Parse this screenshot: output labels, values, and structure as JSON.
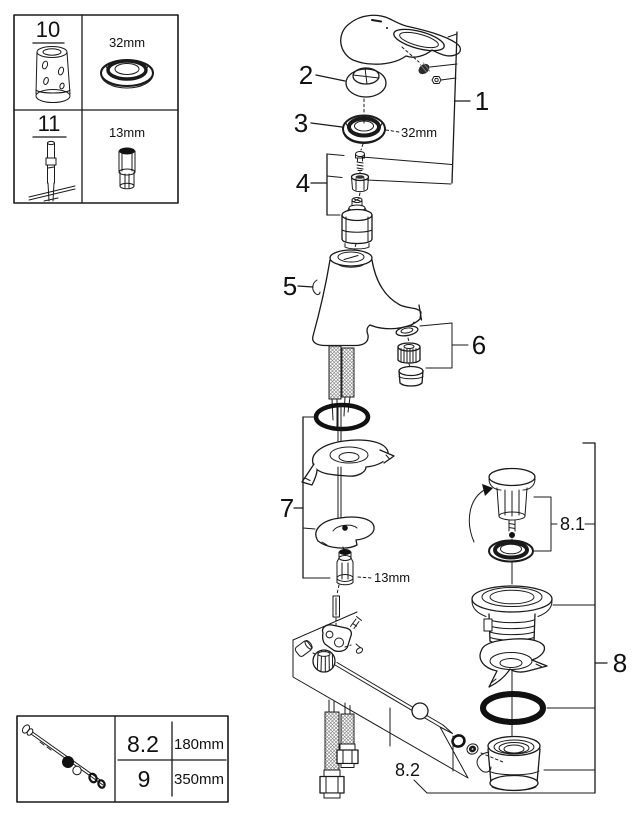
{
  "window": {
    "background": "#ffffff",
    "line_color": "#1a1a1a"
  },
  "legend_box": {
    "part10_label": "10",
    "part10_tool_size": "32mm",
    "part11_label": "11",
    "part11_tool_size": "13mm"
  },
  "callouts": {
    "group1": "1",
    "part2": "2",
    "part3": "3",
    "part3_size": "32mm",
    "group4": "4",
    "part5": "5",
    "group6": "6",
    "group7": "7",
    "group7_nut_size": "13mm",
    "group8": "8",
    "group8_1": "8.1",
    "group8_2": "8.2"
  },
  "size_table": {
    "rows": [
      {
        "part": "8.2",
        "length": "180mm"
      },
      {
        "part": "9",
        "length": "350mm"
      }
    ]
  }
}
